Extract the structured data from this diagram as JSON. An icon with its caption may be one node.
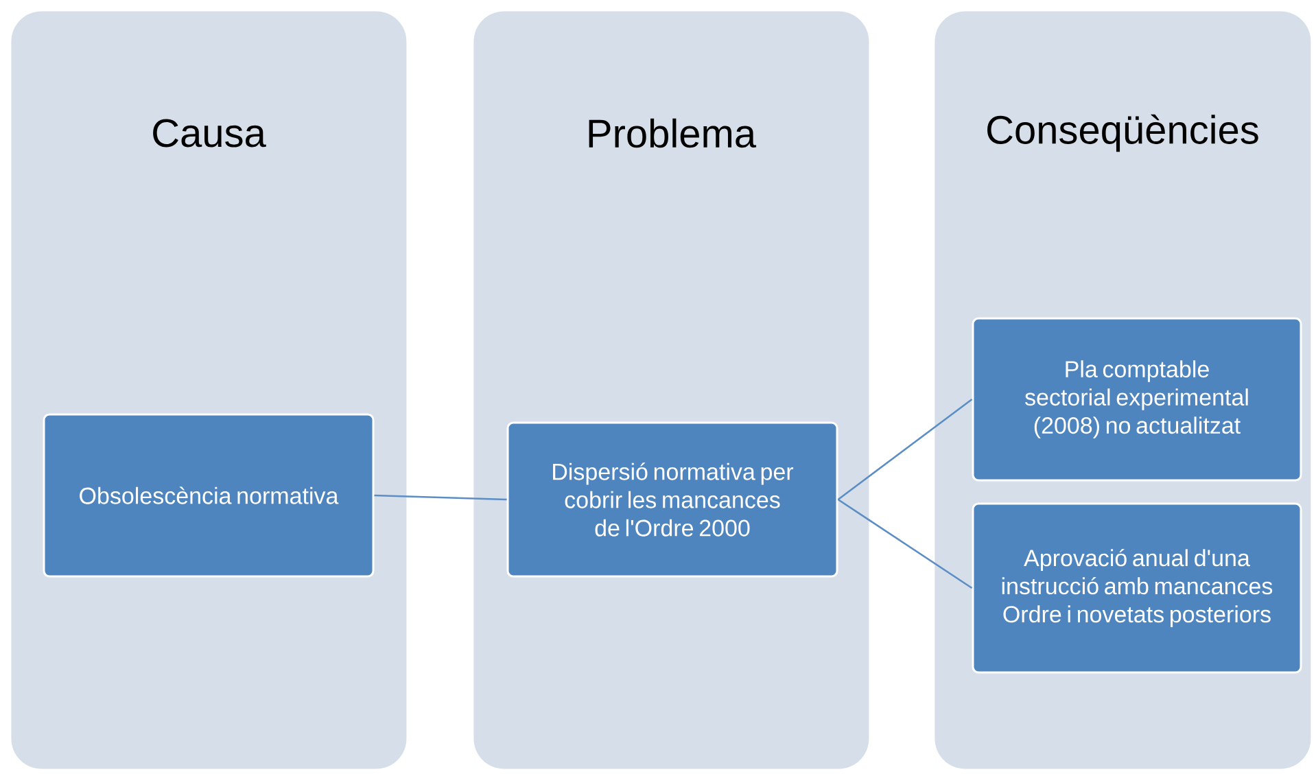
{
  "diagram": {
    "nodes": [
      {
        "text": [
          "Causa"
        ]
      },
      {
        "text": [
          "Obsolescència normativa"
        ],
        "in": 0
      },
      {
        "text": [
          "Problema"
        ]
      },
      {
        "text": [
          "Dispersió normativa per cobrir les mancances de l'Ordre 2000"
        ],
        "in": 2
      },
      {
        "text": [
          "Conseqüències"
        ]
      },
      {
        "text": [
          "Pla comptable sectorial experimental (2008) no actualitzat"
        ],
        "in": 4
      },
      {
        "text": [
          "Aprovació anual d'una instrucció amb mancances Ordre i novetats posteriors"
        ],
        "in": 4
      }
    ],
    "edges": [
      {
        "from": 1,
        "to": 3,
        "arrow": "none"
      },
      {
        "from": 3,
        "to": 5,
        "arrow": "none"
      },
      {
        "from": 3,
        "to": 6,
        "arrow": "none"
      }
    ]
  }
}
